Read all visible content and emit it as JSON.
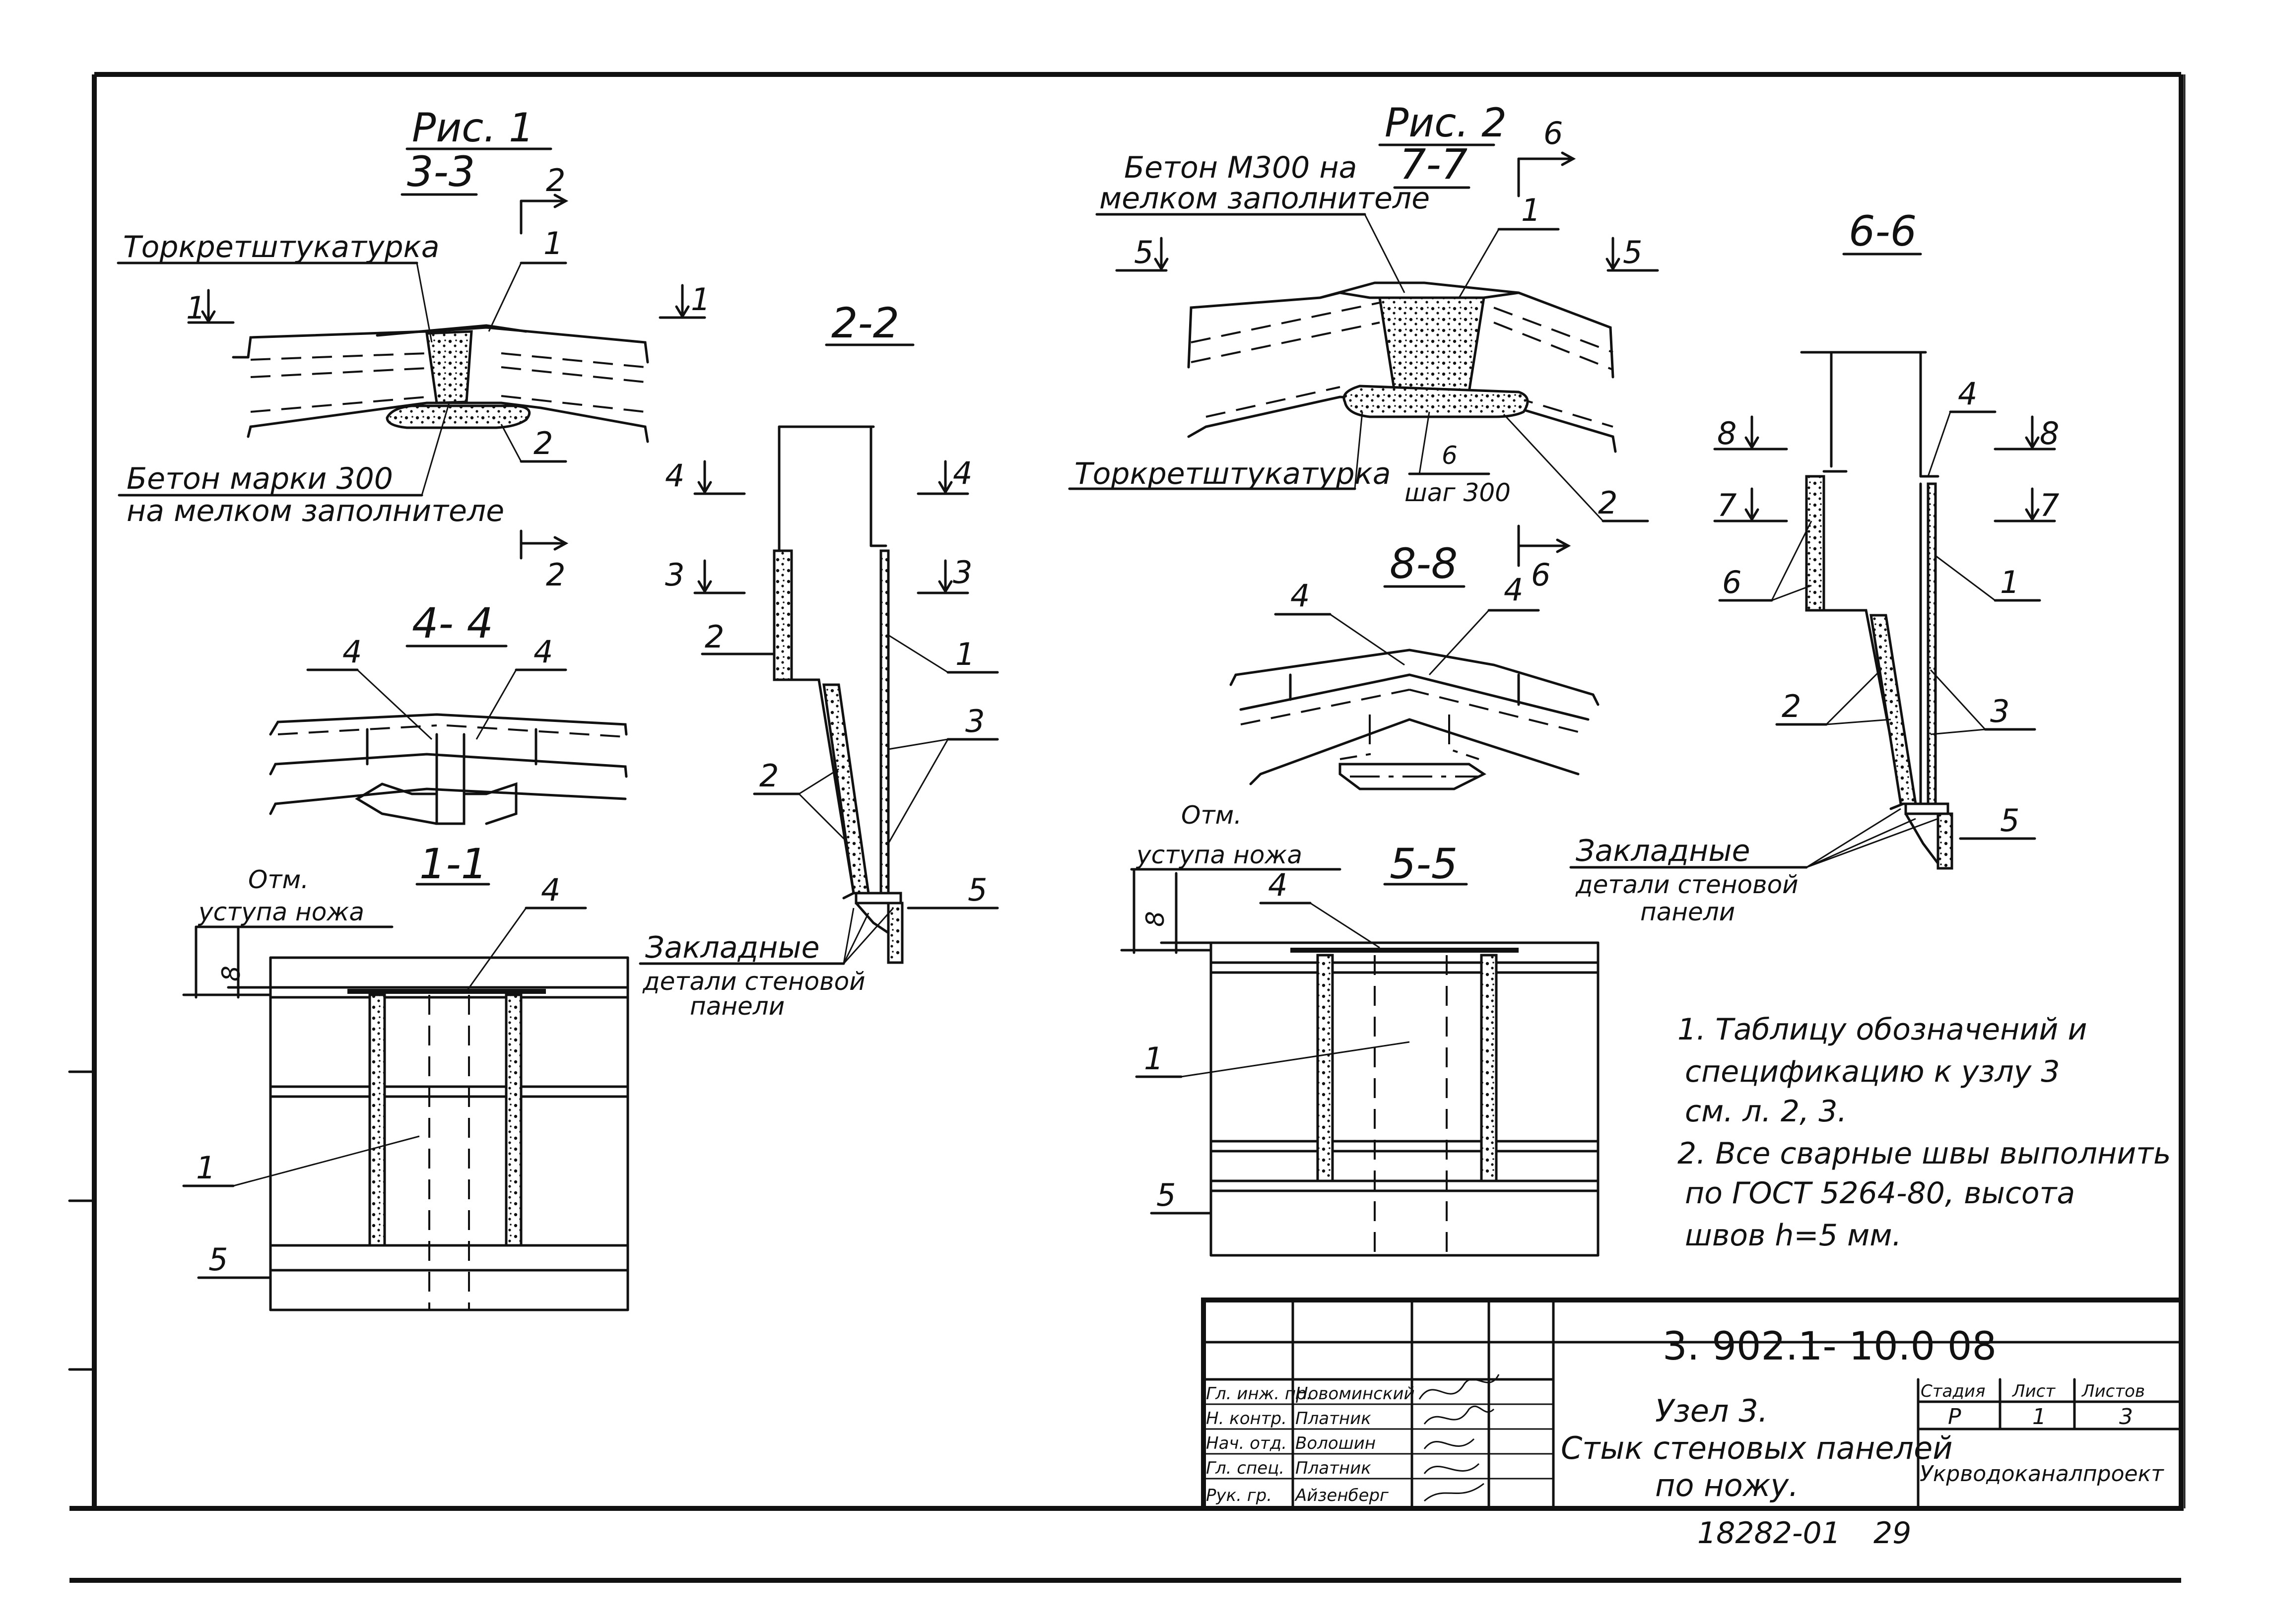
{
  "figures": {
    "fig1": {
      "title": "Рис. 1",
      "section": "3-3"
    },
    "fig2": {
      "title": "Рис. 2",
      "section": "7-7"
    }
  },
  "sections": {
    "s22": "2-2",
    "s44": "4- 4",
    "s11": "1-1",
    "s88": "8-8",
    "s55": "5-5",
    "s66": "6-6"
  },
  "cut_marks": [
    "1",
    "2",
    "3",
    "4",
    "5",
    "6",
    "7",
    "8"
  ],
  "callouts": [
    "1",
    "2",
    "3",
    "4",
    "5",
    "6"
  ],
  "labels": {
    "torkret": "Торкретштукатурка",
    "beton300_line1": "Бетон марки 300",
    "beton300_line2": "на мелком заполнителе",
    "betonM300_line1": "Бетон М300 на",
    "betonM300_line2": "мелком заполнителе",
    "shag": "шаг 300",
    "otm_line1": "Отм.",
    "otm_line2": "уступа ножа",
    "zakl_line1": "Закладные",
    "zakl_line2": "детали стеновой",
    "zakl_line3": "панели",
    "dim8": "8"
  },
  "notes": [
    "1. Таблицу обозначений и",
    "спецификацию к узлу 3",
    "см. л. 2, 3.",
    "2. Все сварные швы выполнить",
    "по ГОСТ 5264-80, высота",
    "швов h=5 мм."
  ],
  "title_block": {
    "code": "3. 902.1- 10.0     08",
    "title_line1": "Узел 3.",
    "title_line2": "Стык стеновых панелей",
    "title_line3": "по ножу.",
    "roles": [
      {
        "role": "Гл. инж. пр.",
        "name": "Новоминский"
      },
      {
        "role": "Н. контр.",
        "name": "Платник"
      },
      {
        "role": "Нач. отд.",
        "name": "Волошин"
      },
      {
        "role": "Гл. спец.",
        "name": "Платник"
      },
      {
        "role": "Рук. гр.",
        "name": "Айзенберг"
      }
    ],
    "stage_header": "Стадия",
    "sheet_header": "Лист",
    "sheets_header": "Листов",
    "stage": "Р",
    "sheet": "1",
    "sheets": "3",
    "org": "Укрводоканалпроект"
  },
  "bottom_stamp": {
    "archive": "18282-01",
    "page": "29"
  }
}
